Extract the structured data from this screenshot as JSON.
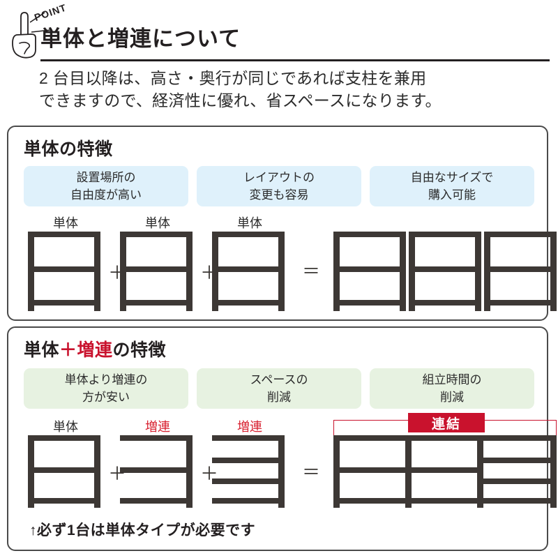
{
  "header": {
    "badge_label": "POINT",
    "badge_icon": "pointing-hand-icon",
    "title": "単体と増連について",
    "subtitle_line1": "2 台目以降は、高さ・奥行が同じであれば支柱を兼用",
    "subtitle_line2": "できますので、経済性に優れ、省スペースになります。"
  },
  "sections": [
    {
      "id": "single",
      "title": "単体の特徴",
      "chip_color": "#dff1fb",
      "chips": [
        {
          "line1": "設置場所の",
          "line2": "自由度が高い"
        },
        {
          "line1": "レイアウトの",
          "line2": "変更も容易"
        },
        {
          "line1": "自由なサイズで",
          "line2": "購入可能"
        }
      ],
      "equation": {
        "operand_labels": [
          "単体",
          "単体",
          "単体"
        ],
        "plus": "＋",
        "equals": "＝",
        "result_bays": 3
      }
    },
    {
      "id": "combo",
      "title_part1": "単体",
      "title_accent": "＋増連",
      "title_part2": "の特徴",
      "title": "単体＋増連の特徴",
      "accent_color": "#c9122d",
      "chip_color": "#e7f2e1",
      "chips": [
        {
          "line1": "単体より増連の",
          "line2": "方が安い"
        },
        {
          "line1": "スペースの",
          "line2": "削減"
        },
        {
          "line1": "組立時間の",
          "line2": "削減"
        }
      ],
      "equation": {
        "operand_labels": [
          "単体",
          "増連",
          "増連"
        ],
        "operand_label_colors": [
          "#2b2b2b",
          "#d8202f",
          "#d8202f"
        ],
        "plus": "＋",
        "equals": "＝",
        "result_bays": 3,
        "link_badge": "連結"
      },
      "note": "↑必ず1台は単体タイプが必要です"
    }
  ]
}
